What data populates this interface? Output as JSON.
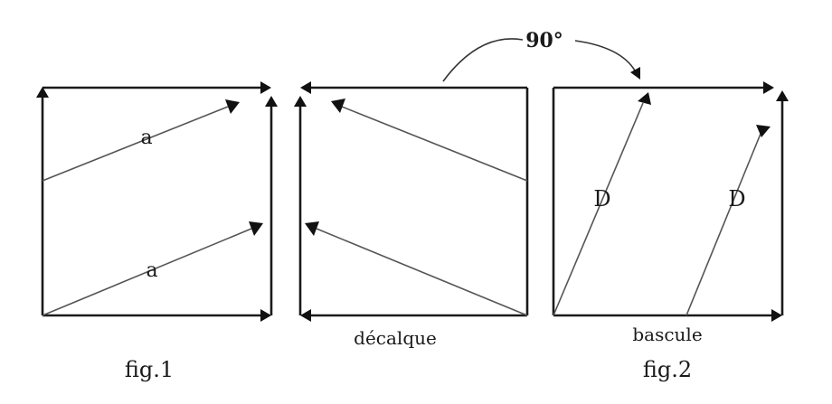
{
  "labels": {
    "vector_a": "a",
    "vector_d": "D",
    "angle": "90°",
    "decalque": "décalque",
    "bascule": "bascule",
    "fig1": "fig.1",
    "fig2": "fig.2"
  },
  "colors": {
    "ink": "#1a1a1a",
    "thin_line": "#555555",
    "background": "#ffffff"
  }
}
